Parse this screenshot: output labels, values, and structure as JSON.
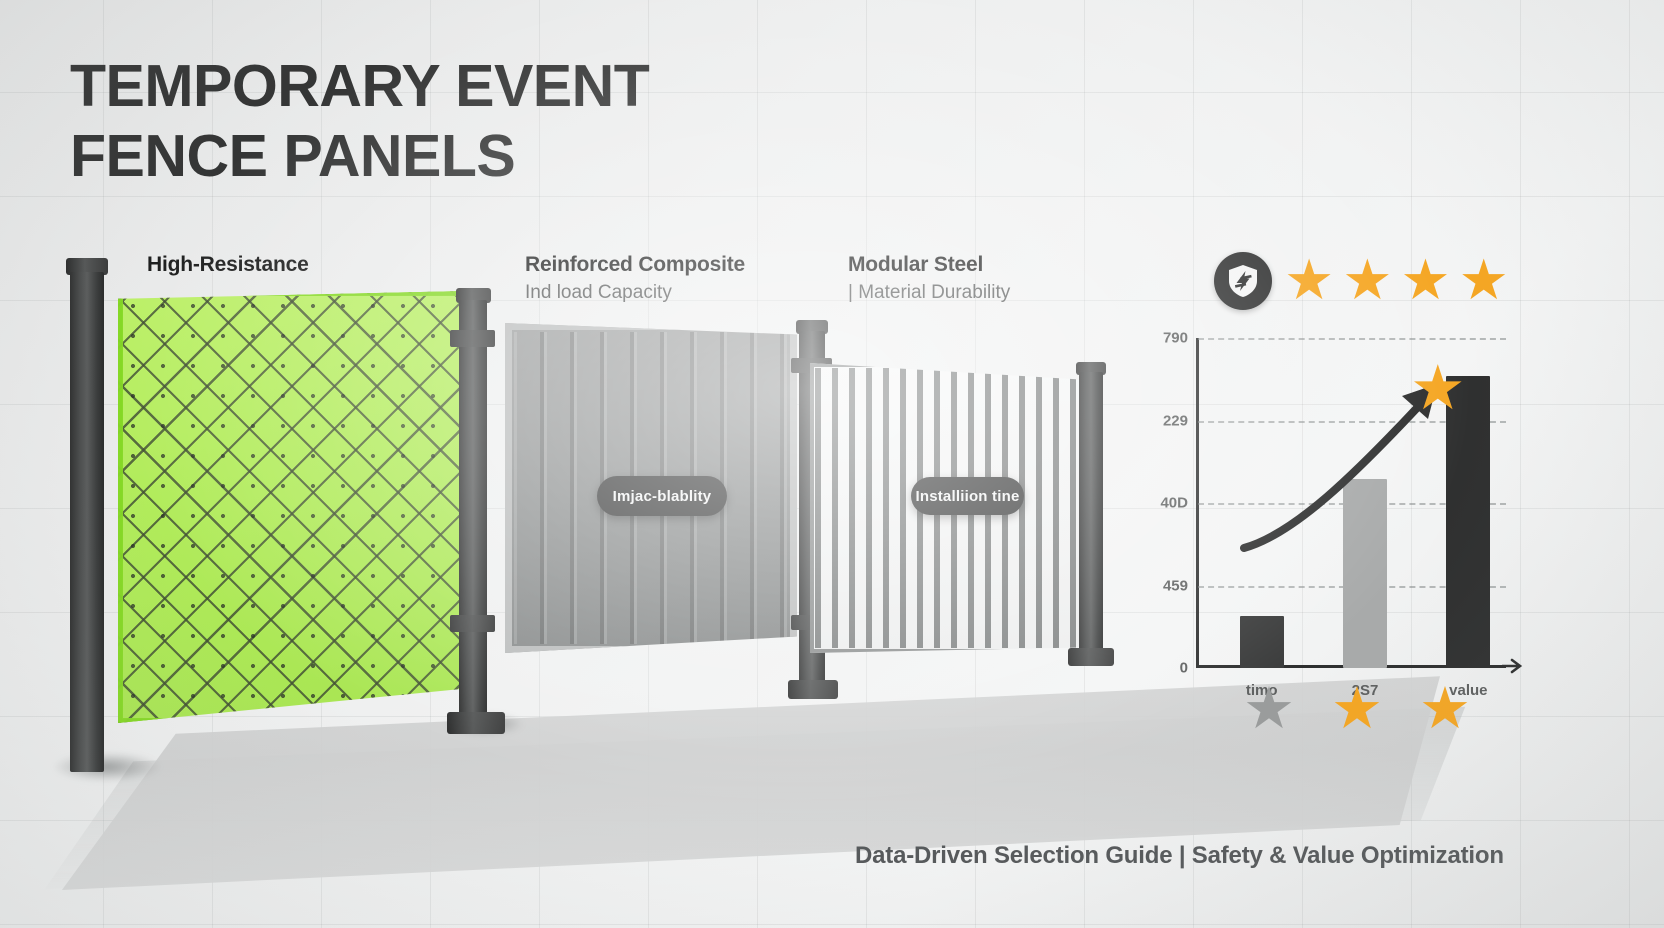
{
  "header": {
    "title": "TEMPORARY EVENT\nFENCE PANELS"
  },
  "panels": [
    {
      "name": "High-Resistance",
      "subtitle": "",
      "badge": "",
      "color": "#b2ec5c",
      "style": "chain-link-mesh"
    },
    {
      "name": "Reinforced Composite",
      "subtitle": "Ind load Capacity",
      "badge": "Imjac-blablity",
      "color": "#8d9090",
      "style": "corrugated-solid"
    },
    {
      "name": "Modular Steel",
      "subtitle": "| Material Durability",
      "badge": "Installiion tine",
      "color": "#7e8181",
      "style": "vertical-bar"
    }
  ],
  "rating": {
    "badge_icon": "shield-bolt-icon",
    "stars_filled": 4,
    "star_glyph": "★",
    "star_color": "#f5a623"
  },
  "arrow_star": {
    "glyph": "★",
    "color": "#f5a623"
  },
  "bottom_stars": [
    {
      "glyph": "★",
      "color": "#9a9c9c"
    },
    {
      "glyph": "★",
      "color": "#f5a623"
    },
    {
      "glyph": "★",
      "color": "#f5a623"
    }
  ],
  "chart_data": {
    "type": "bar",
    "title": "",
    "xlabel": "",
    "ylabel": "",
    "categories": [
      "timo",
      "2S7",
      "value"
    ],
    "values": [
      110,
      400,
      620
    ],
    "bar_colors": [
      "#3a3b3b",
      "#a8aaaa",
      "#2f3030"
    ],
    "ytick_labels": [
      "790",
      "229",
      "40D",
      "459",
      "0"
    ],
    "ytick_positions": [
      700,
      525,
      350,
      175,
      0
    ],
    "ylim": [
      0,
      700
    ],
    "grid": true,
    "gridline_style": "dashed",
    "legend": "none",
    "annotation": "upward-trend-arrow"
  },
  "footer": {
    "text": "Data-Driven Selection Guide | Safety & Value Optimization"
  }
}
